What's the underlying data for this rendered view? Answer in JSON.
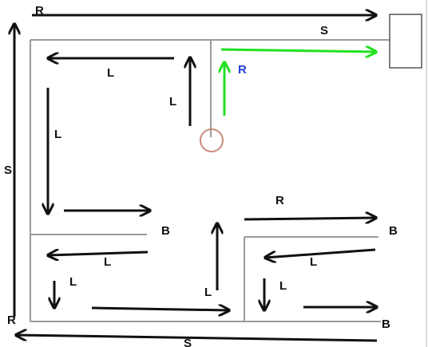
{
  "colors": {
    "wall": "#9a9a9a",
    "arrow": "#111111",
    "green_path": "#22e022",
    "blue_label": "#1f3fd6",
    "circle": "#c98a7c",
    "frame_right": "#dddddd"
  },
  "labels": {
    "top_r": "R",
    "top_s": "S",
    "left_s": "S",
    "bottom_r": "R",
    "bottom_s": "S",
    "green_r": "R",
    "up_l": "L",
    "top_left_l": "L",
    "left_down_l": "L",
    "b_mid_left": "B",
    "mid_left_l": "L",
    "small_down_l": "L",
    "center_up_l": "L",
    "right_top_r": "R",
    "b_right_top": "B",
    "right_mid_l": "L",
    "right_down_l": "L",
    "b_right_bottom": "B"
  },
  "icons": {
    "goal": "goal-box-icon",
    "start": "start-circle-icon"
  }
}
